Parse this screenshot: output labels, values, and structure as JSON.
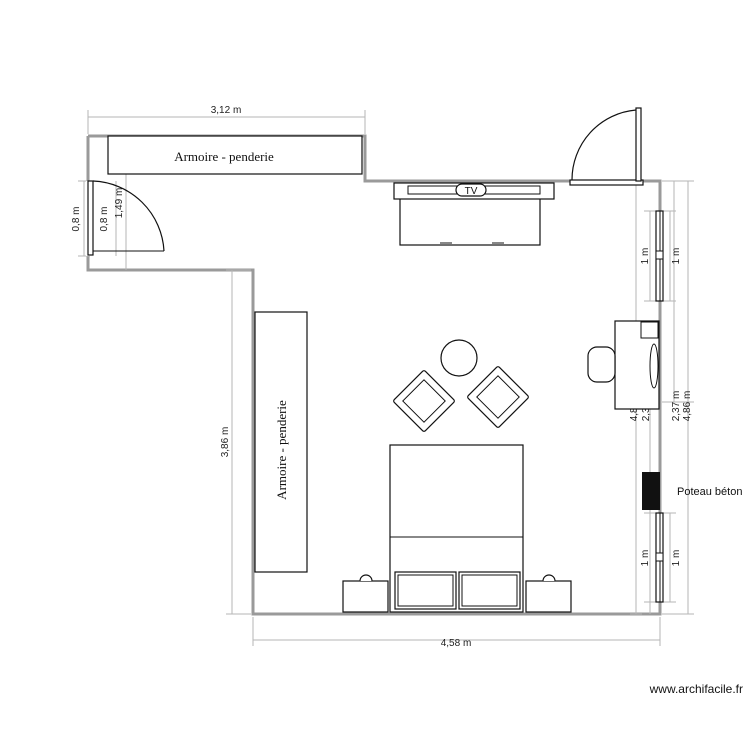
{
  "plan": {
    "dimensions": {
      "top_width": "3,12 m",
      "bottom_width": "4,58 m",
      "left_height": "3,86 m",
      "door_left_a": "0,8 m",
      "door_left_b": "0,8 m",
      "door_left_c": "1,49 m",
      "right_window_top_a": "1 m",
      "right_window_top_b": "1 m",
      "right_inner_a": "4,84 m",
      "right_inner_b": "2,37 m",
      "right_outer_a": "2,37 m",
      "right_outer_b": "4,86 m",
      "right_window_bottom_a": "1 m",
      "right_window_bottom_b": "1 m"
    },
    "labels": {
      "wardrobe_top": "Armoire - penderie",
      "wardrobe_left": "Armoire - penderie",
      "tv": "TV",
      "pillar": "Poteau béton"
    }
  },
  "watermark": "www.archifacile.fr"
}
